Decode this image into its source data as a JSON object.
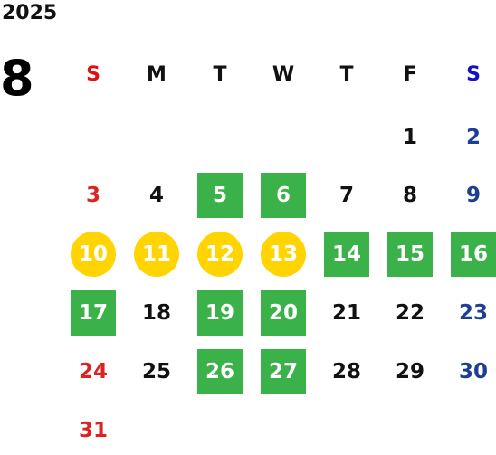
{
  "calendar": {
    "year": "2025",
    "month": "8",
    "weekdays": [
      "S",
      "M",
      "T",
      "W",
      "T",
      "F",
      "S"
    ],
    "weeks": [
      [
        {
          "d": ""
        },
        {
          "d": ""
        },
        {
          "d": ""
        },
        {
          "d": ""
        },
        {
          "d": ""
        },
        {
          "d": "1"
        },
        {
          "d": "2"
        }
      ],
      [
        {
          "d": "3"
        },
        {
          "d": "4"
        },
        {
          "d": "5",
          "mark": "green"
        },
        {
          "d": "6",
          "mark": "green"
        },
        {
          "d": "7"
        },
        {
          "d": "8"
        },
        {
          "d": "9"
        }
      ],
      [
        {
          "d": "10",
          "mark": "yellow"
        },
        {
          "d": "11",
          "mark": "yellow"
        },
        {
          "d": "12",
          "mark": "yellow"
        },
        {
          "d": "13",
          "mark": "yellow"
        },
        {
          "d": "14",
          "mark": "green"
        },
        {
          "d": "15",
          "mark": "green"
        },
        {
          "d": "16",
          "mark": "green"
        }
      ],
      [
        {
          "d": "17",
          "mark": "green"
        },
        {
          "d": "18"
        },
        {
          "d": "19",
          "mark": "green"
        },
        {
          "d": "20",
          "mark": "green"
        },
        {
          "d": "21"
        },
        {
          "d": "22"
        },
        {
          "d": "23"
        }
      ],
      [
        {
          "d": "24"
        },
        {
          "d": "25"
        },
        {
          "d": "26",
          "mark": "green"
        },
        {
          "d": "27",
          "mark": "green"
        },
        {
          "d": "28"
        },
        {
          "d": "29"
        },
        {
          "d": "30"
        }
      ],
      [
        {
          "d": "31"
        },
        {
          "d": ""
        },
        {
          "d": ""
        },
        {
          "d": ""
        },
        {
          "d": ""
        },
        {
          "d": ""
        },
        {
          "d": ""
        }
      ]
    ]
  },
  "colors": {
    "green": "#3bb14a",
    "yellow": "#ffd400",
    "sunday": "#dd2222",
    "saturday": "#1e3f8f"
  }
}
